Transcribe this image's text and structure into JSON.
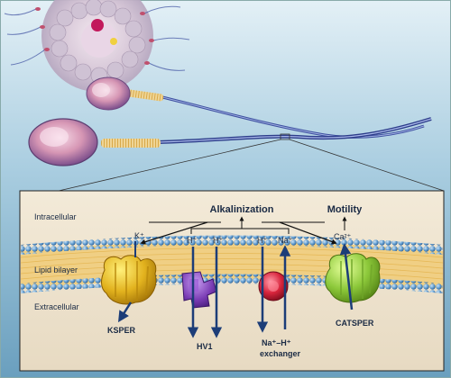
{
  "labels": {
    "intracellular": "Intracellular",
    "lipid_bilayer": "Lipid bilayer",
    "extracellular": "Extracellular",
    "alkalinization": "Alkalinization",
    "motility": "Motility",
    "k_ion": "K⁺",
    "h_ion_1": "H⁺",
    "h_ion_2": "H⁺",
    "h_ion_3": "H⁺",
    "na_ion": "Na⁺",
    "ca_ion": "Ca²⁺",
    "ksper": "KSPER",
    "hv1": "HV1",
    "exchanger_line1": "Na⁺–H⁺",
    "exchanger_line2": "exchanger",
    "catsper": "CATSPER"
  },
  "colors": {
    "background_top": "#cfe4ee",
    "background_bottom": "#6a9fbe",
    "panel_bg": "#efe4cf",
    "head_headcolor": "#d9a0b8",
    "tail": "#3d4fa0",
    "midpiece": "#d6b86a",
    "membrane_blue": "#4e8fc7",
    "membrane_core": "#e8c878",
    "ksper": "#e0b020",
    "hv1": "#7a3cb4",
    "exchanger": "#d8243c",
    "catsper": "#8cc83a",
    "arrow": "#1c3d78"
  },
  "icons": [
    "sperm-icon",
    "egg-cell-icon",
    "ion-channel-icon"
  ]
}
